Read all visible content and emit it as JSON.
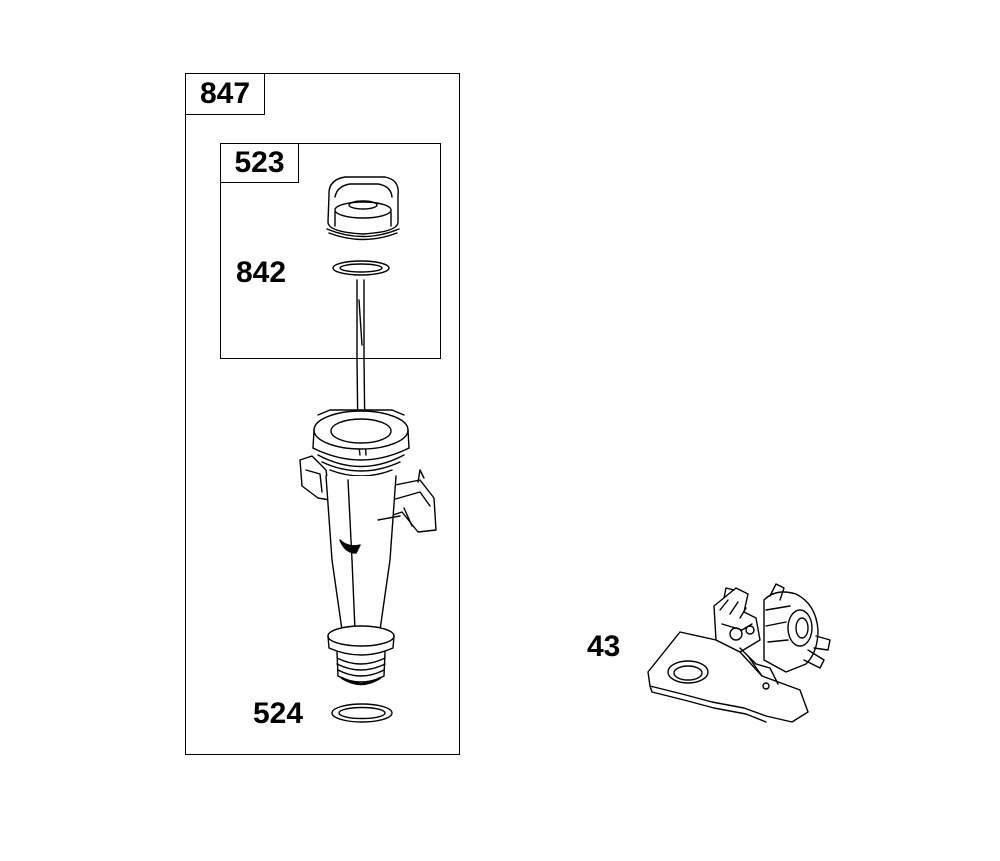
{
  "kit": {
    "number": "847"
  },
  "dipstick_kit": {
    "number": "523"
  },
  "parts": {
    "dipstick_seal": "842",
    "tube_oring": "524",
    "bracket": "43"
  }
}
